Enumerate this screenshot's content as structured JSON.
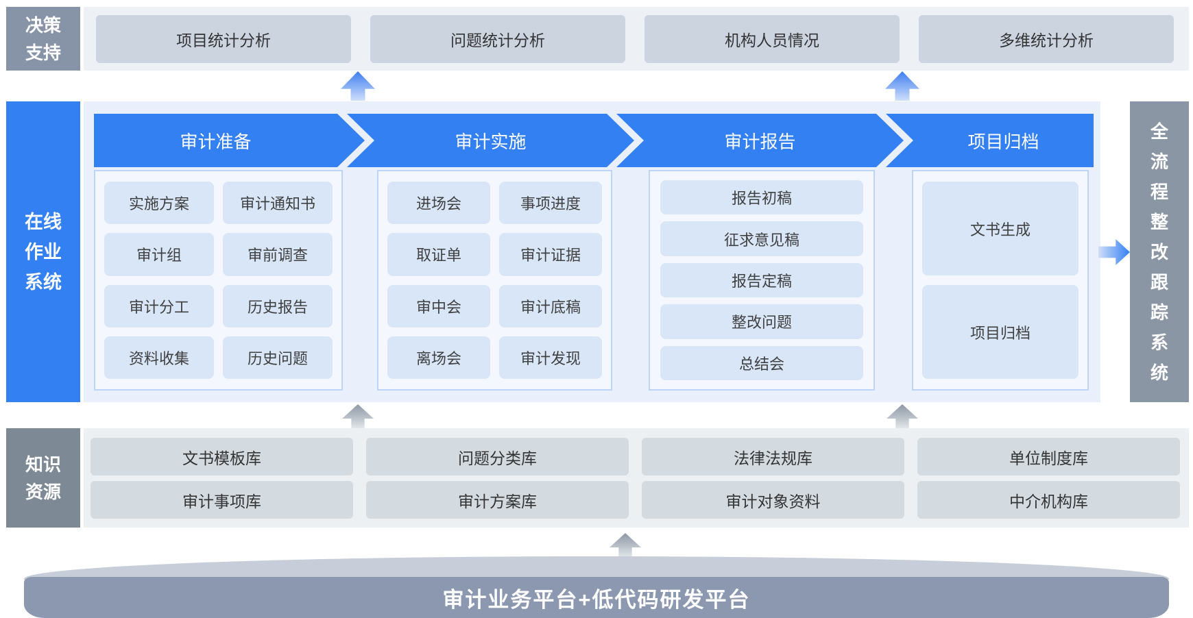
{
  "decision_support": {
    "label": "决策支持",
    "items": [
      "项目统计分析",
      "问题统计分析",
      "机构人员情况",
      "多维统计分析"
    ]
  },
  "online_system": {
    "label": "在线作业系统",
    "stages": [
      {
        "title": "审计准备",
        "items": [
          "实施方案",
          "审计通知书",
          "审计组",
          "审前调查",
          "审计分工",
          "历史报告",
          "资料收集",
          "历史问题"
        ]
      },
      {
        "title": "审计实施",
        "items": [
          "进场会",
          "事项进度",
          "取证单",
          "审计证据",
          "审中会",
          "审计底稿",
          "离场会",
          "审计发现"
        ]
      },
      {
        "title": "审计报告",
        "items": [
          "报告初稿",
          "征求意见稿",
          "报告定稿",
          "整改问题",
          "总结会"
        ]
      },
      {
        "title": "项目归档",
        "items": [
          "文书生成",
          "项目归档"
        ]
      }
    ]
  },
  "rectification_system": {
    "label": "全流程整改跟踪系统"
  },
  "knowledge_resources": {
    "label": "知识资源",
    "rows": [
      [
        "文书模板库",
        "问题分类库",
        "法律法规库",
        "单位制度库"
      ],
      [
        "审计事项库",
        "审计方案库",
        "审计对象资料",
        "中介机构库"
      ]
    ]
  },
  "platform": {
    "label": "审计业务平台+低代码研发平台"
  },
  "colors": {
    "accent_blue": "#3380f2",
    "stage_item_blue": "#d9e6f8",
    "decision_label_slate": "#8793a6",
    "knowledge_label_gray": "#7d8995",
    "tracking_bar_gray": "#8b96a4",
    "platform_body_gray": "#8c97b0"
  }
}
